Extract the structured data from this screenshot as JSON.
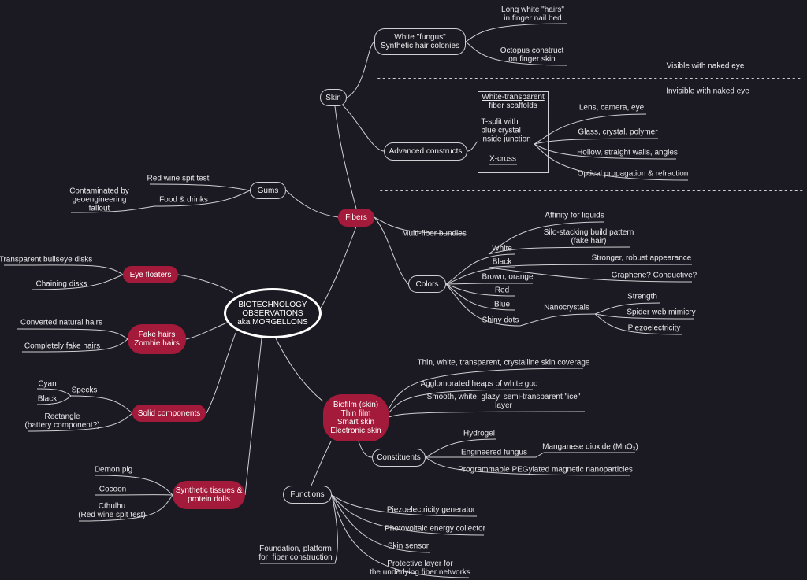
{
  "central": "BIOTECHNOLOGY\nOBSERVATIONS\naka MORGELLONS",
  "nodes": {
    "skin": "Skin",
    "white_fungus": "White \"fungus\"\nSynthetic hair colonies",
    "long_white_hairs": "Long white \"hairs\"\nin finger nail bed",
    "octopus": "Octopus construct\non finger skin",
    "advanced": "Advanced constructs",
    "fiber_scaffolds": "White-transparent\nfiber scaffolds",
    "tsplit": "T-split with\nblue crystal\ninside junction",
    "xcross": "X-cross",
    "lens": "Lens, camera, eye",
    "glass": "Glass, crystal, polymer",
    "hollow": "Hollow, straight walls, angles",
    "optical": "Optical propagation & refraction",
    "gums": "Gums",
    "red_wine_test": "Red wine spit test",
    "food": "Food & drinks",
    "contaminated": "Contaminated by\ngeoengineering\nfallout",
    "fibers": "Fibers",
    "multifiber": "Multi-fiber bundles",
    "colors": "Colors",
    "white": "White",
    "black": "Black",
    "brown": "Brown, orange",
    "red": "Red",
    "blue": "Blue",
    "shiny": "Shiny dots",
    "affinity": "Affinity for liquids",
    "silo": "Silo-stacking build pattern\n(fake hair)",
    "stronger": "Stronger, robust appearance",
    "graphene": "Graphene? Conductive?",
    "nanocrystals": "Nanocrystals",
    "strength": "Strength",
    "spider": "Spider web mimicry",
    "piezo_nano": "Piezoelectricity",
    "eye_floaters": "Eye floaters",
    "bullseye": "Transparent bullseye disks",
    "chaining": "Chaining disks",
    "fake_hairs": "Fake hairs\nZombie hairs",
    "converted": "Converted natural hairs",
    "completely_fake": "Completely fake hairs",
    "solid": "Solid components",
    "specks": "Specks",
    "cyan": "Cyan",
    "black_speck": "Black",
    "rectangle": "Rectangle\n(battery component?)",
    "synthetic": "Synthetic tissues &\nprotein dolls",
    "demon_pig": "Demon pig",
    "cocoon": "Cocoon",
    "cthulhu": "Cthulhu\n(Red wine spit test)",
    "biofilm": "Biofilm (skin)\nThin film\nSmart skin\nElectronic skin",
    "thin_white": "Thin, white, transparent, crystalline skin coverage",
    "agglomorated": "Agglomorated heaps of white goo",
    "smooth": "Smooth, white, glazy, semi-transparent \"ice\"\nlayer",
    "constituents": "Constituents",
    "hydrogel": "Hydrogel",
    "engineered_fungus": "Engineered fungus",
    "manganese": "Manganese dioxide (MnO₂)",
    "peg": "Programmable PEGylated magnetic nanoparticles",
    "functions": "Functions",
    "piezo_gen": "Piezoelectricity generator",
    "photovoltaic": "Photovoltaic energy collector",
    "skin_sensor": "Skin sensor",
    "protective": "Protective layer for\nthe underlying fiber networks",
    "foundation": "Foundation, platform\nfor  fiber construction"
  },
  "notes": {
    "visible": "Visible with naked eye",
    "invisible": "Invisible with naked eye"
  },
  "colors": {
    "background": "#1b1a22",
    "accent_red": "#a31a3a",
    "line": "#cfcfd4"
  }
}
